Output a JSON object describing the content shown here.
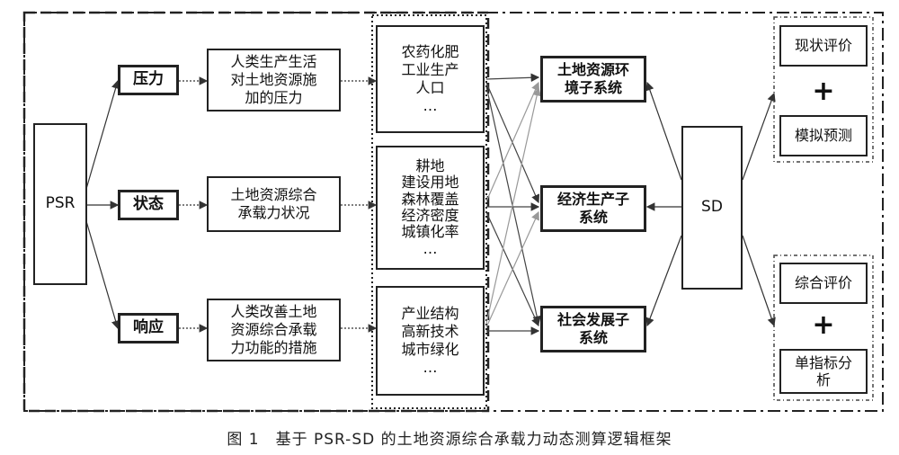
{
  "diagram": {
    "psr": "PSR",
    "pressure": "压力",
    "state": "状态",
    "response": "响应",
    "pressure_desc": "人类生产生活\n对土地资源施\n加的压力",
    "state_desc": "土地资源综合\n承载力状况",
    "response_desc": "人类改善土地\n资源综合承载\n力功能的措施",
    "pressure_indicators": "农药化肥\n工业生产\n人口\n…",
    "state_indicators": "耕地\n建设用地\n森林覆盖\n经济密度\n城镇化率\n…",
    "response_indicators": "产业结构\n高新技术\n城市绿化\n…",
    "land_env_subsystem": "土地资源环\n境子系统",
    "economic_subsystem": "经济生产子\n系统",
    "social_subsystem": "社会发展子\n系统",
    "sd": "SD",
    "status_eval": "现状评价",
    "sim_forecast": "模拟预测",
    "comprehensive_eval": "综合评价",
    "single_indicator": "单指标分\n析",
    "plus": "+"
  },
  "caption": "图 1　基于 PSR-SD 的土地资源综合承载力动态测算逻辑框架"
}
